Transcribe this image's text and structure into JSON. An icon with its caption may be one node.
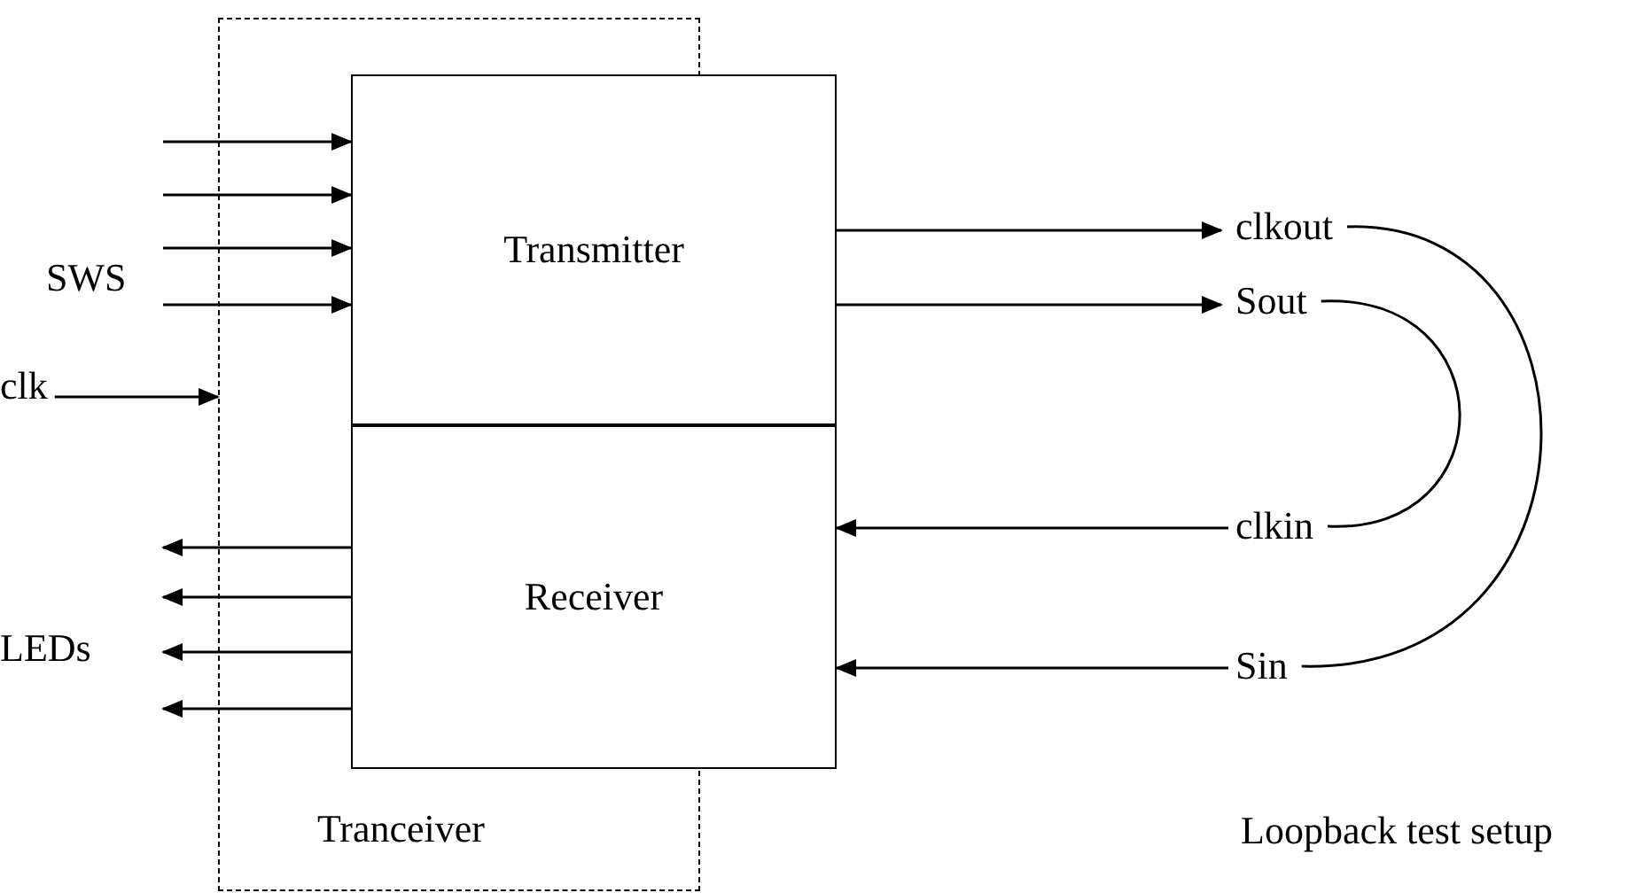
{
  "diagram": {
    "nodes": [
      {
        "text": [
          "Tranceiver"
        ]
      },
      {
        "text": [
          "Transmitter"
        ]
      },
      {
        "text": [
          "Receiver"
        ]
      },
      {
        "text": [
          "SWS"
        ]
      },
      {
        "text": [
          "clk"
        ]
      },
      {
        "text": [
          "LEDs"
        ]
      },
      {
        "text": [
          "clkout"
        ]
      },
      {
        "text": [
          "Sout"
        ]
      },
      {
        "text": [
          "clkin"
        ]
      },
      {
        "text": [
          "Sin"
        ]
      }
    ],
    "edges": [
      {
        "from": null,
        "to": 1,
        "arrow": "to"
      },
      {
        "from": null,
        "to": 1,
        "arrow": "to"
      },
      {
        "from": null,
        "to": 1,
        "arrow": "to"
      },
      {
        "from": null,
        "to": 1,
        "arrow": "to"
      },
      {
        "from": 4,
        "to": 0,
        "arrow": "to"
      },
      {
        "from": 1,
        "to": 6,
        "arrow": "to"
      },
      {
        "from": 1,
        "to": 7,
        "arrow": "to"
      },
      {
        "from": 8,
        "to": 2,
        "arrow": "to"
      },
      {
        "from": 9,
        "to": 2,
        "arrow": "to"
      },
      {
        "from": 2,
        "to": null,
        "arrow": "to"
      },
      {
        "from": 2,
        "to": null,
        "arrow": "to"
      },
      {
        "from": 2,
        "to": null,
        "arrow": "to"
      },
      {
        "from": 2,
        "to": null,
        "arrow": "to"
      },
      {
        "from": 6,
        "to": 9,
        "arrow": "none"
      },
      {
        "from": 7,
        "to": 8,
        "arrow": "none"
      }
    ],
    "labels": [
      "Loopback test setup"
    ]
  }
}
